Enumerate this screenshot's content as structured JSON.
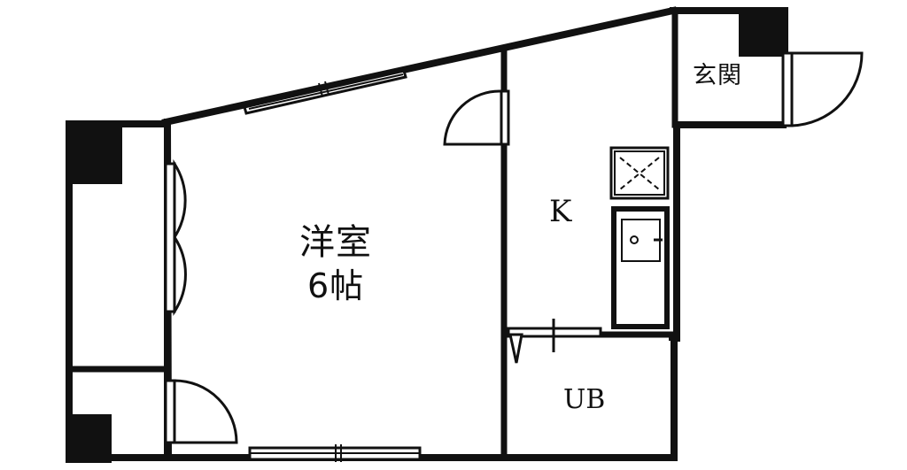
{
  "rooms": {
    "western_room": {
      "name": "洋室",
      "size": "6帖"
    },
    "kitchen": {
      "label": "K"
    },
    "entrance": {
      "label": "玄関"
    },
    "bath": {
      "label": "UB"
    }
  },
  "fixtures": [
    "sink-icon",
    "range-hood-icon",
    "door-swing-icon",
    "sliding-window-icon"
  ]
}
